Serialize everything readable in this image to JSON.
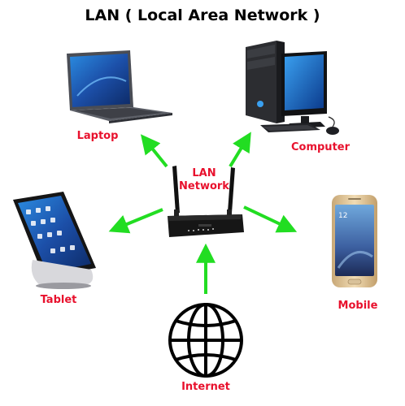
{
  "title": "LAN ( Local Area Network )",
  "center": {
    "line1": "LAN",
    "line2": "Network"
  },
  "nodes": {
    "laptop": "Laptop",
    "computer": "Computer",
    "tablet": "Tablet",
    "mobile": "Mobile",
    "internet": "Internet"
  },
  "colors": {
    "label": "#e8112d",
    "arrow": "#22dd22",
    "title": "#000000"
  },
  "phone_clock": "12"
}
